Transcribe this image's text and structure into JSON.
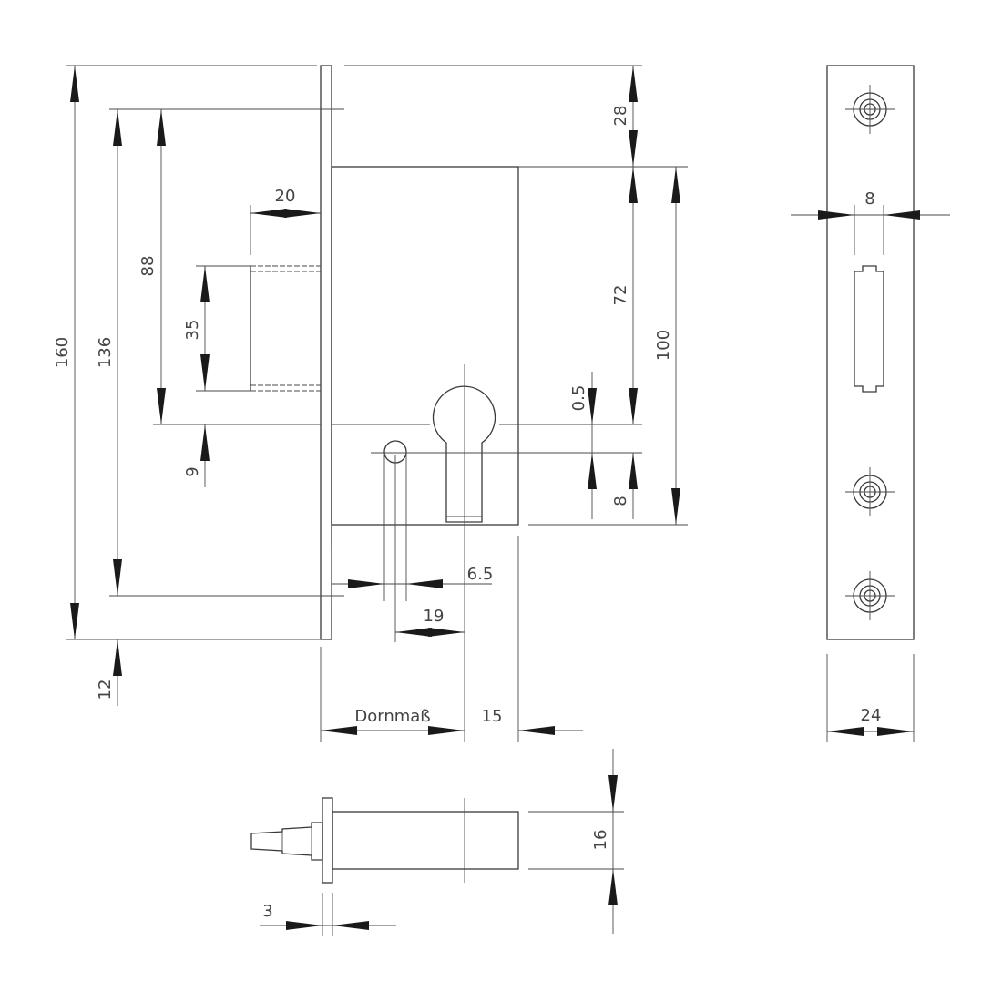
{
  "dimensions": {
    "d160": "160",
    "d136": "136",
    "d88": "88",
    "d35": "35",
    "d20": "20",
    "d9": "9",
    "d12": "12",
    "d28": "28",
    "d72": "72",
    "d100": "100",
    "d05": "0.5",
    "d8_cyl": "8",
    "d65": "6.5",
    "d19": "19",
    "dornmass": "Dornmaß",
    "d15": "15",
    "d8_bolt": "8",
    "d24": "24",
    "d16": "16",
    "d3": "3"
  }
}
